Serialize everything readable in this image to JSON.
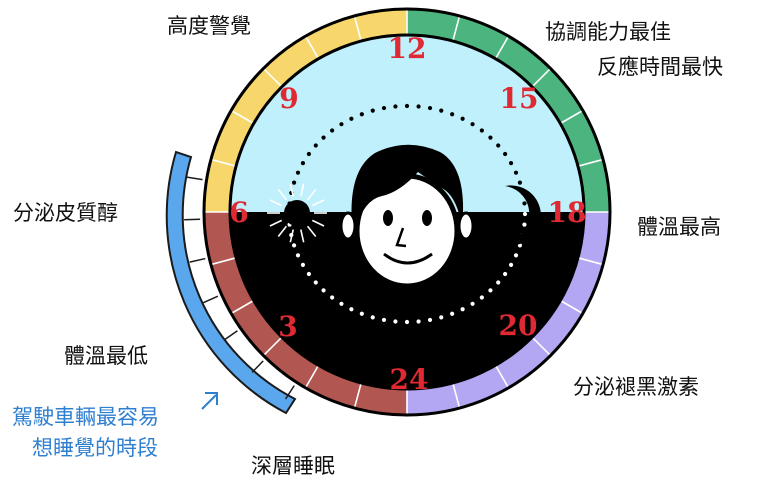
{
  "colors": {
    "alert": "#f7d66c",
    "coordination": "#4cb57f",
    "melatonin": "#b3a7f3",
    "sleep": "#b15650",
    "sky": "#bff0fb",
    "night": "#000000",
    "hour_number": "#e02a33",
    "drowsy_arc": "#5aa7ee",
    "drowsy_text": "#2f7fd0"
  },
  "hours": {
    "h12": "12",
    "h15": "15",
    "h18": "18",
    "h20": "20",
    "h24": "24",
    "h3": "3",
    "h6": "6",
    "h9": "9"
  },
  "labels": {
    "high_alertness": "高度警覺",
    "best_coordination": "協調能力最佳",
    "fastest_reaction": "反應時間最快",
    "highest_body_temp": "體溫最高",
    "melatonin_secretion": "分泌褪黑激素",
    "deep_sleep": "深層睡眠",
    "lowest_body_temp": "體溫最低",
    "cortisol_secretion": "分泌皮質醇",
    "drowsy_driving_line1": "駕駛車輛最容易",
    "drowsy_driving_line2": "想睡覺的時段"
  },
  "icons": {
    "sun": "sun-icon",
    "moon": "crescent-moon-icon",
    "face": "person-face-icon",
    "pointer": "diagonal-arrow-icon"
  }
}
